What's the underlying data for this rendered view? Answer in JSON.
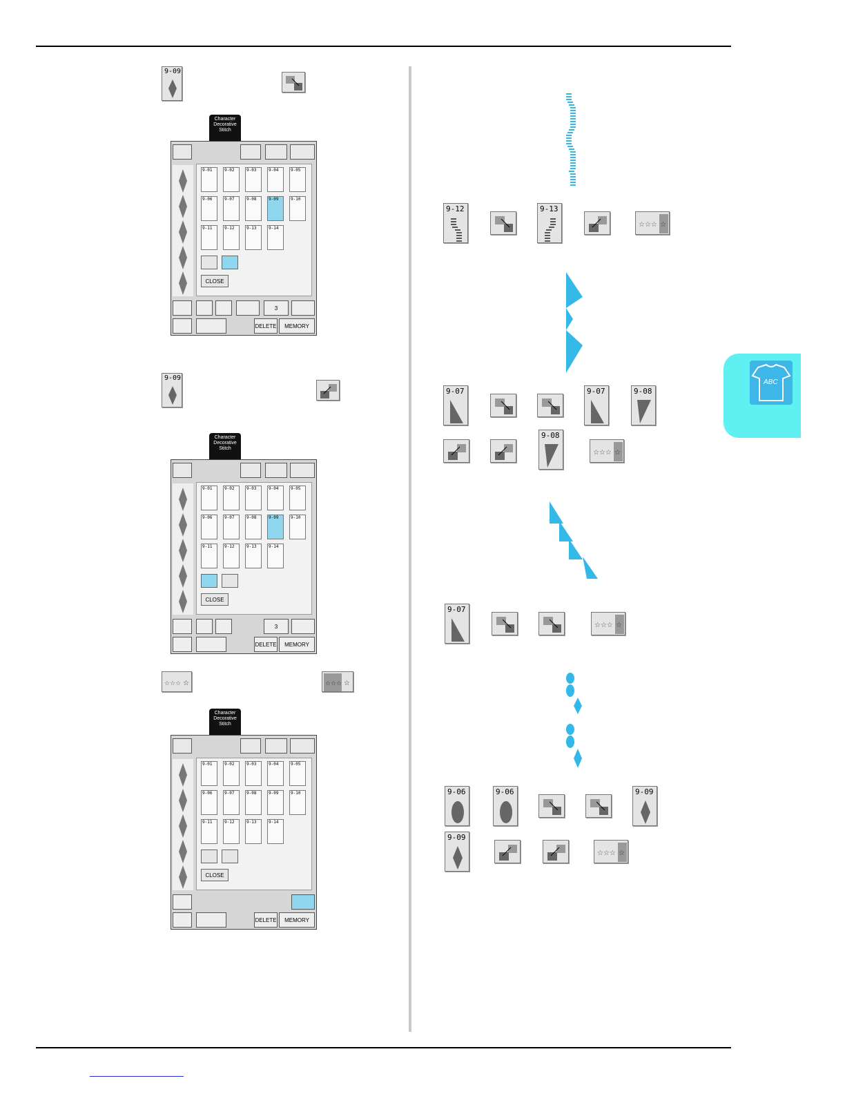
{
  "screen_tag": "Character Decorative Stitch",
  "close_label": "CLOSE",
  "delete_label": "DELETE",
  "memory_label": "MEMORY",
  "counter_label": "3",
  "pattern_codes": [
    "9-01",
    "9-02",
    "9-03",
    "9-04",
    "9-05",
    "9-06",
    "9-07",
    "9-08",
    "9-09",
    "9-10",
    "9-11",
    "9-12",
    "9-13",
    "9-14"
  ],
  "step_key_top": "9-09",
  "step_key_mid": "9-09",
  "ex1": {
    "k1": "9-12",
    "k2": "9-13"
  },
  "ex2": {
    "k1": "9-07",
    "k2": "9-07",
    "k3": "9-08",
    "k4": "9-08"
  },
  "ex3": {
    "k1": "9-07"
  },
  "ex4": {
    "k1": "9-06",
    "k2": "9-06",
    "k3": "9-09",
    "k4": "9-09"
  },
  "colors": {
    "stitch": "#33b8e8",
    "selected": "#8fd7ef",
    "tab": "#5ff0f2"
  },
  "icons": [
    "move-down-right-icon",
    "move-down-left-icon",
    "repeat-stars-icon",
    "shirt-icon"
  ]
}
